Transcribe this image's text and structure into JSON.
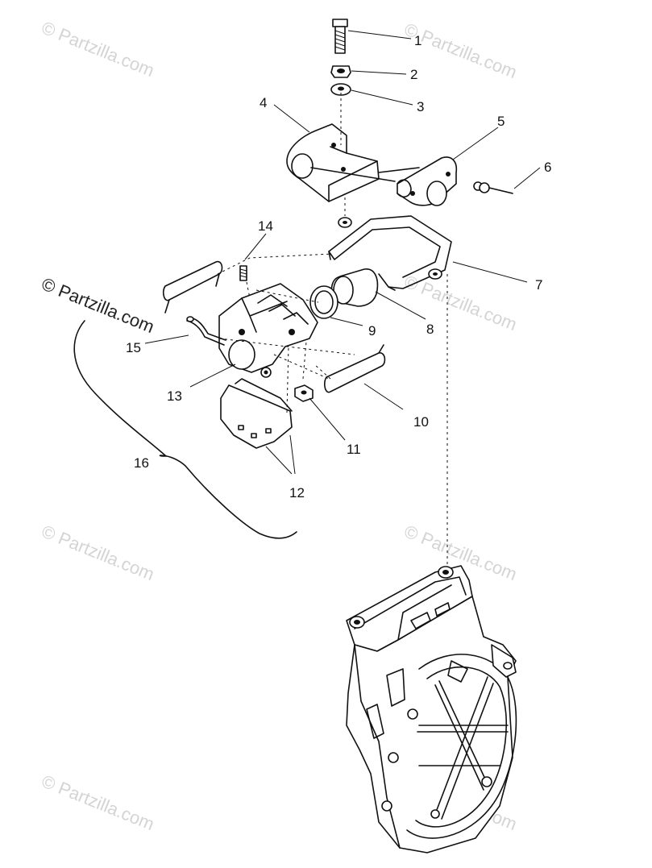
{
  "watermark": {
    "tile_text": "© Partzilla.com",
    "overlay_text": "© Partzilla.com",
    "color": "#d4d4d4"
  },
  "callouts": [
    "1",
    "2",
    "3",
    "4",
    "5",
    "6",
    "7",
    "8",
    "9",
    "10",
    "11",
    "12",
    "13",
    "14",
    "15",
    "16"
  ],
  "colors": {
    "line": "#111111",
    "background": "#ffffff"
  }
}
